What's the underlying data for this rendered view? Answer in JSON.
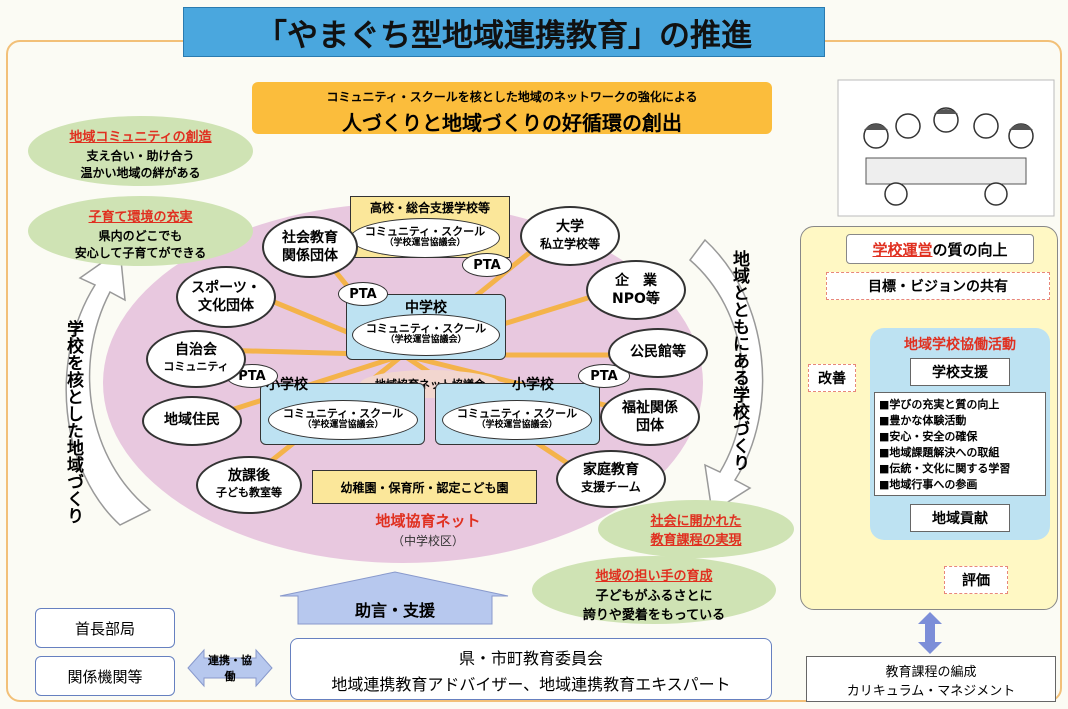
{
  "title": "「やまぐち型地域連携教育」の推進",
  "subtitle": {
    "line1": "コミュニティ・スクールを核とした地域のネットワークの強化による",
    "line2": "人づくりと地域づくりの好循環の創出"
  },
  "left_bubbles": [
    {
      "heading": "地域コミュニティの創造",
      "text1": "支え合い・助け合う",
      "text2": "温かい地域の絆がある"
    },
    {
      "heading": "子育て環境の充実",
      "text1": "県内のどこでも",
      "text2": "安心して子育てができる"
    }
  ],
  "bottom_bubbles": [
    {
      "heading": "社会に開かれた",
      "text1": "教育課程の実現"
    },
    {
      "heading": "地域の担い手の育成",
      "text1": "子どもがふるさとに",
      "text2": "誇りや愛着をもっている"
    }
  ],
  "arrows": {
    "left": "学校を核とした地域づくり",
    "right": "地域とともにある学校づくり"
  },
  "network": {
    "name": "地域協育ネット",
    "district": "（中学校区）",
    "council": "地域協育ネット協議会",
    "pta": "PTA",
    "cs_line1": "コミュニティ・スクール",
    "cs_line2": "（学校運営協議会）",
    "high_school": "高校・総合支援学校等",
    "junior_high": "中学校",
    "elementary_left": "小学校",
    "elementary_right": "小学校",
    "kindergarten": "幼稚園・保育所・認定こども園",
    "partners": {
      "social_ed_1": "社会教育",
      "social_ed_2": "関係団体",
      "sports_1": "スポーツ・",
      "sports_2": "文化団体",
      "jichikai_1": "自治会",
      "jichikai_2": "コミュニティ",
      "residents": "地域住民",
      "afterschool_1": "放課後",
      "afterschool_2": "子ども教室等",
      "univ_1": "大学",
      "univ_2": "私立学校等",
      "company_1": "企　業",
      "company_2": "NPO等",
      "kominkan": "公民館等",
      "welfare_1": "福祉関係",
      "welfare_2": "団体",
      "home_ed_1": "家庭教育",
      "home_ed_2": "支援チーム"
    }
  },
  "support_arrow": "助言・支援",
  "left_boxes": {
    "mayor": "首長部局",
    "agencies": "関係機関等"
  },
  "cooperation": "連携・協働",
  "board": {
    "line1": "県・市町教育委員会",
    "line2": "地域連携教育アドバイザー、地域連携教育エキスパート"
  },
  "right_panel": {
    "title_highlight": "学校運営",
    "title_rest": "の質の向上",
    "goal": "目標・ビジョンの共有",
    "activity": "地域学校協働活動",
    "support": "学校支援",
    "items": [
      "■学びの充実と質の向上",
      "■豊かな体験活動",
      "■安心・安全の確保",
      "■地域課題解決への取組",
      "■伝統・文化に関する学習",
      "■地域行事への参画"
    ],
    "contribution": "地域貢献",
    "kaizen": "改善",
    "evaluation": "評価"
  },
  "curriculum": {
    "line1": "教育課程の編成",
    "line2": "カリキュラム・マネジメント"
  },
  "colors": {
    "title_bg": "#4aa7de",
    "subtitle_bg": "#fbbd3c",
    "network_oval": "#e7c6df",
    "school_box": "#bde2f2",
    "kindergarten_bg": "#fbe79a",
    "green_bubble": "#cfe3b4",
    "red_text": "#e03020",
    "right_panel_bg": "#fff8c4",
    "arrow_red": "#e8877a"
  }
}
